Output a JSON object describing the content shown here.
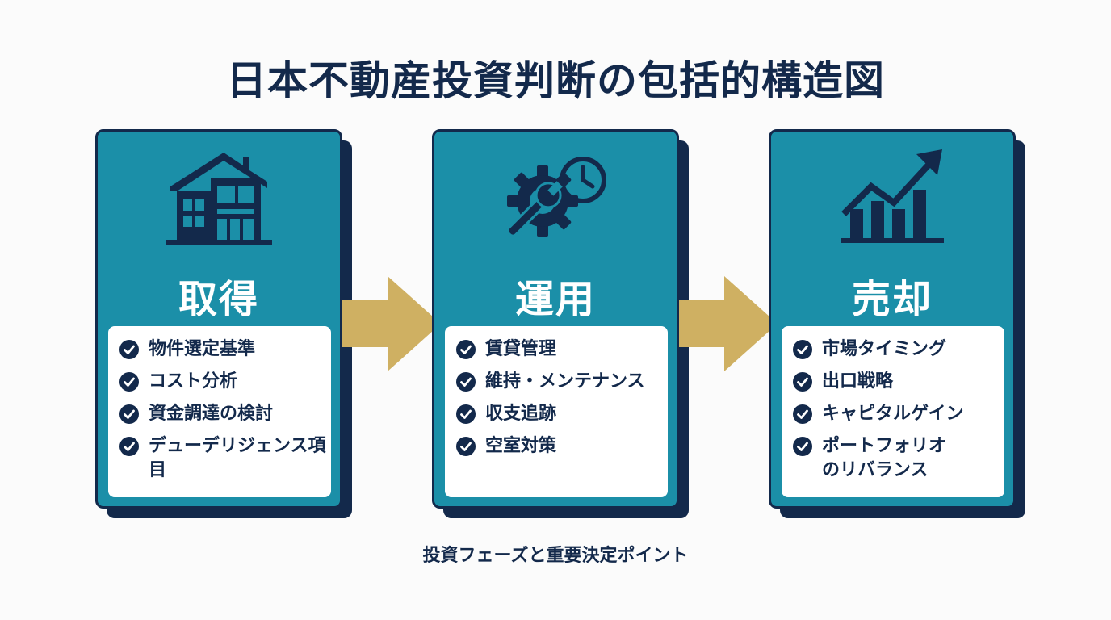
{
  "title": "日本不動産投資判断の包括的構造図",
  "phases": [
    {
      "heading": "取得",
      "icon": "house-icon",
      "items": [
        "物件選定基準",
        "コスト分析",
        "資金調達の検討",
        "デューデリジェンス項目"
      ]
    },
    {
      "heading": "運用",
      "icon": "gear-wrench-clock-icon",
      "items": [
        "賃貸管理",
        "維持・メンテナンス",
        "収支追跡",
        "空室対策"
      ]
    },
    {
      "heading": "売却",
      "icon": "rising-chart-icon",
      "items": [
        "市場タイミング",
        "出口戦略",
        "キャピタルゲイン",
        "ポートフォリオのリバランス"
      ]
    }
  ],
  "caption": "投資フェーズと重要決定ポイント",
  "colors": {
    "navy": "#13294b",
    "teal": "#1b8fa8",
    "arrow_gold": "#cfb062",
    "white": "#ffffff"
  }
}
